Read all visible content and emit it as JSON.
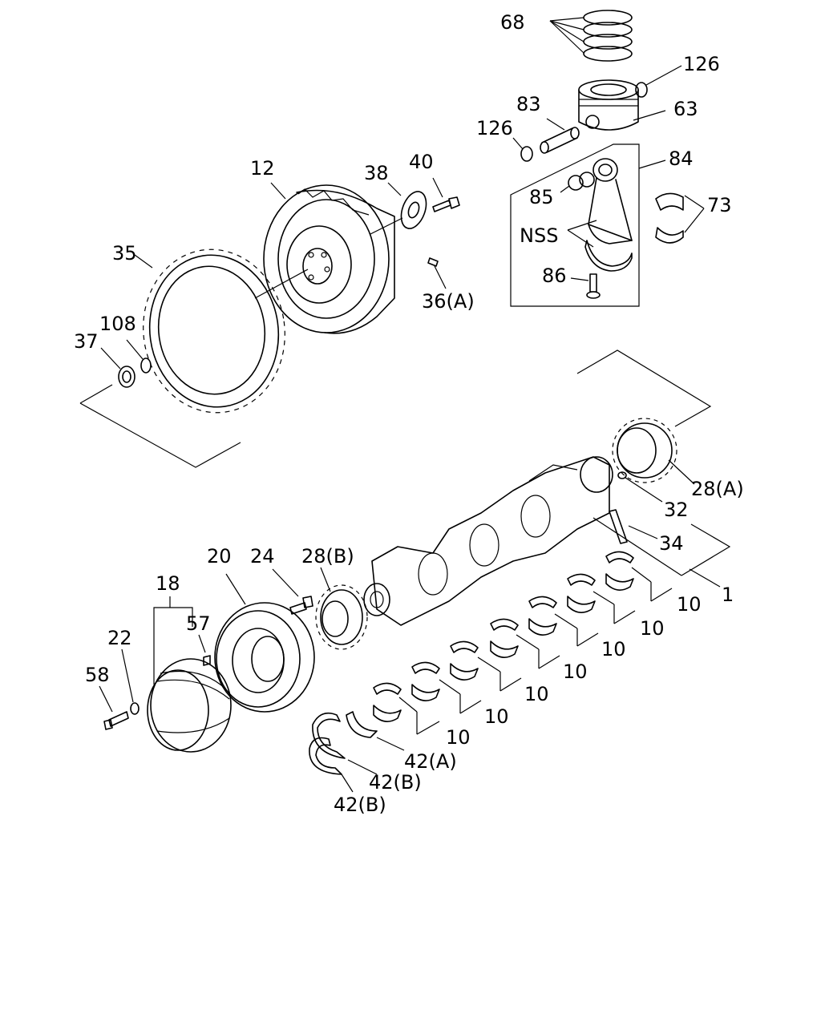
{
  "diagram": {
    "labels": {
      "l68": "68",
      "l126a": "126",
      "l63": "63",
      "l83": "83",
      "l126b": "126",
      "l84": "84",
      "l85": "85",
      "l73": "73",
      "lnss": "NSS",
      "l86": "86",
      "l12": "12",
      "l38": "38",
      "l40": "40",
      "l35": "35",
      "l36a": "36(A)",
      "l108": "108",
      "l37": "37",
      "l28a": "28(A)",
      "l32": "32",
      "l34": "34",
      "l1": "1",
      "l20": "20",
      "l24": "24",
      "l28b": "28(B)",
      "l18": "18",
      "l57": "57",
      "l22": "22",
      "l58": "58",
      "l10a": "10",
      "l10b": "10",
      "l10c": "10",
      "l10d": "10",
      "l10e": "10",
      "l10f": "10",
      "l10g": "10",
      "l42a": "42(A)",
      "l42b1": "42(B)",
      "l42b2": "42(B)"
    }
  }
}
